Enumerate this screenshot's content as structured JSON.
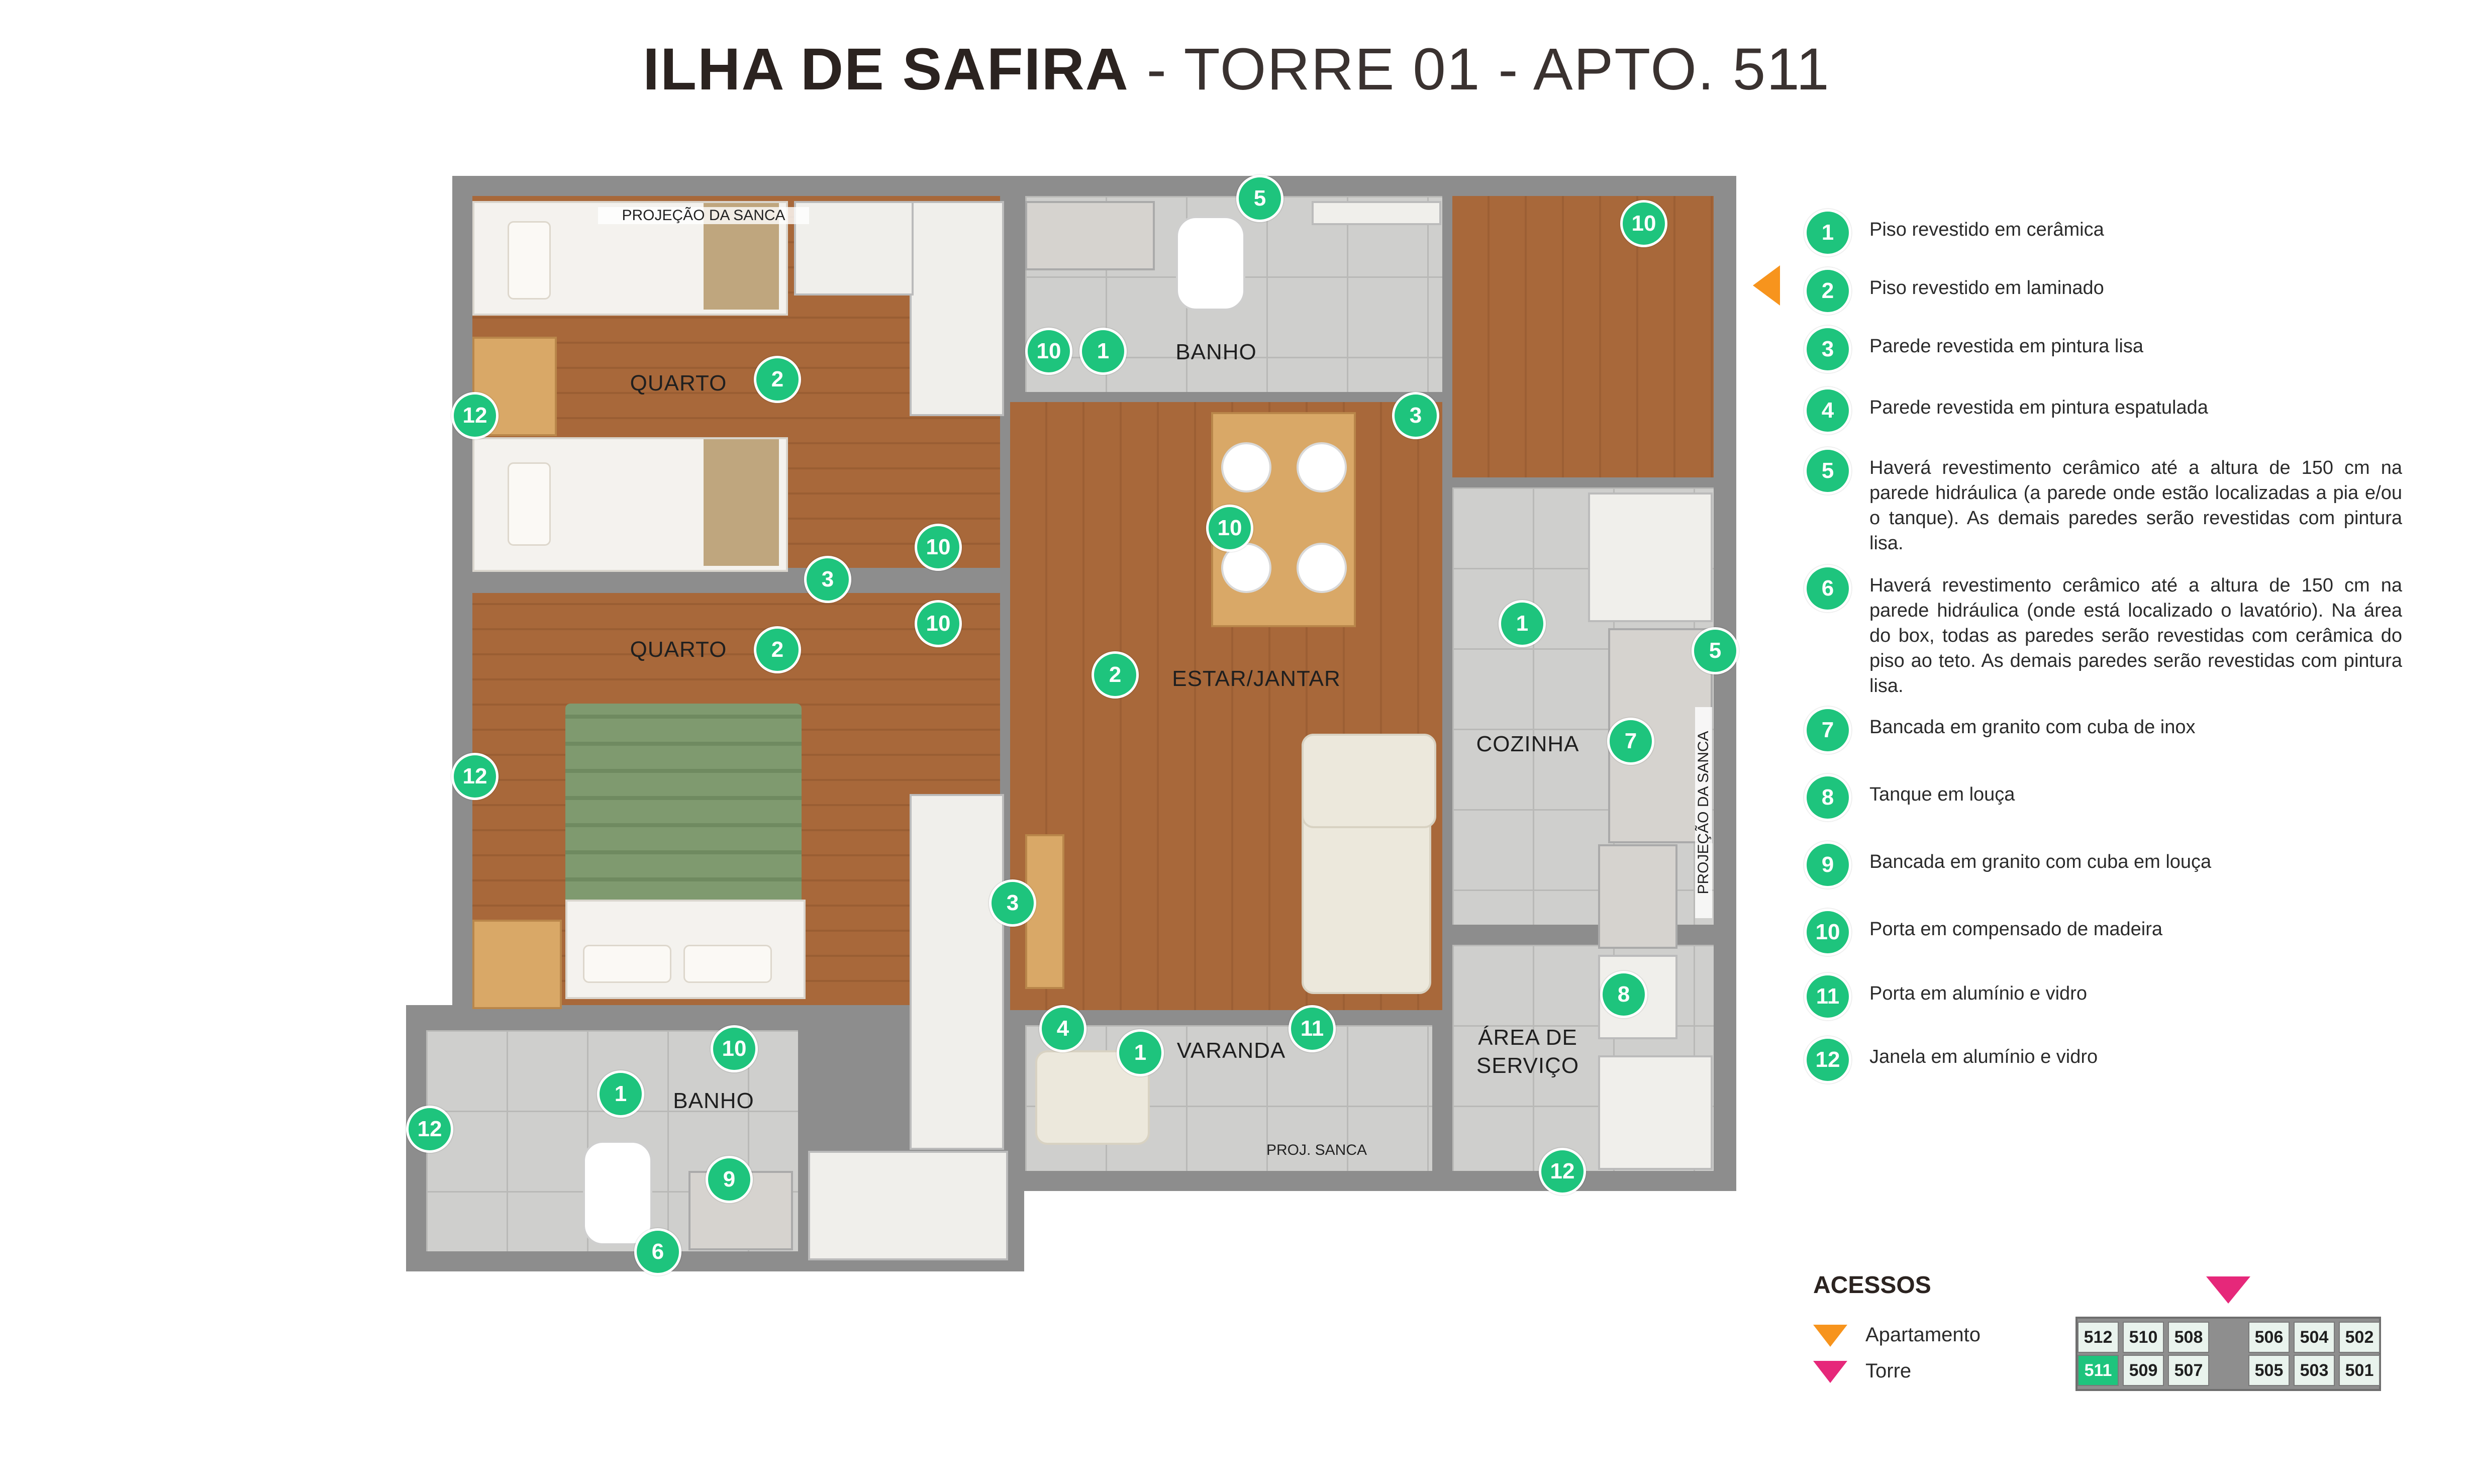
{
  "title": {
    "bold": "ILHA DE SAFIRA",
    "rest": " - TORRE 01 - APTO. 511"
  },
  "rooms": {
    "bath_top": "BANHO",
    "quarto_1": "QUARTO",
    "quarto_2": "QUARTO",
    "estar": "ESTAR/JANTAR",
    "cozinha": "COZINHA",
    "varanda": "VARANDA",
    "area_servico_1": "ÁREA DE",
    "area_servico_2": "SERVIÇO",
    "bath_bottom": "BANHO"
  },
  "annotations": {
    "projecao_sanca_top": "PROJEÇÃO DA SANCA",
    "projecao_sanca_kitchen": "PROJEÇÃO DA SANCA",
    "proj_sanca": "PROJ. SANCA"
  },
  "legend": [
    {
      "n": "1",
      "text": "Piso revestido em cerâmica"
    },
    {
      "n": "2",
      "text": "Piso revestido em laminado"
    },
    {
      "n": "3",
      "text": "Parede revestida em pintura lisa"
    },
    {
      "n": "4",
      "text": "Parede revestida em pintura espatulada"
    },
    {
      "n": "5",
      "text": "Haverá revestimento cerâmico até a altura de 150 cm na parede hidráulica (a parede onde estão localizadas a pia e/ou o tanque). As demais paredes serão revestidas com pintura lisa."
    },
    {
      "n": "6",
      "text": "Haverá revestimento cerâmico até a altura de 150 cm na parede hidráulica (onde está localizado o lavatório). Na área do box, todas as paredes serão revestidas com cerâmica do piso ao teto. As demais paredes serão revestidas com pintura lisa."
    },
    {
      "n": "7",
      "text": "Bancada em granito com cuba de inox"
    },
    {
      "n": "8",
      "text": "Tanque em louça"
    },
    {
      "n": "9",
      "text": "Bancada em granito com cuba em louça"
    },
    {
      "n": "10",
      "text": "Porta em compensado de madeira"
    },
    {
      "n": "11",
      "text": "Porta em alumínio e vidro"
    },
    {
      "n": "12",
      "text": "Janela em alumínio e vidro"
    }
  ],
  "acessos": {
    "title": "ACESSOS",
    "apartamento": "Apartamento",
    "torre": "Torre",
    "apartamento_color": "#f7941d",
    "torre_color": "#e6287a"
  },
  "tower": {
    "top_row": [
      "512",
      "510",
      "508",
      "506",
      "504",
      "502"
    ],
    "bottom_row": [
      "511",
      "509",
      "507",
      "505",
      "503",
      "501"
    ],
    "active": "511",
    "active_color": "#1ec47d"
  },
  "colors": {
    "marker": "#1ec47d",
    "wall": "#8d8d8d"
  }
}
